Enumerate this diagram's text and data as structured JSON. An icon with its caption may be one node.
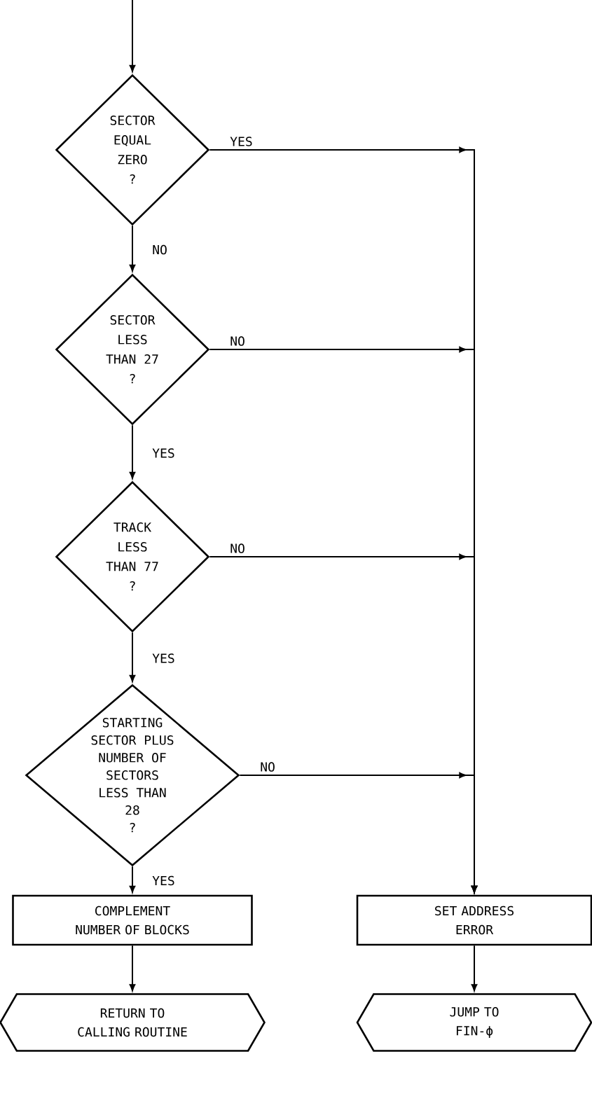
{
  "diagram": {
    "nodes": [
      {
        "text": [
          "SECTOR EQUAL ZERO",
          "?"
        ]
      },
      {
        "text": [
          "SECTOR LESS THAN 27",
          "?"
        ]
      },
      {
        "text": [
          "TRACK LESS THAN 77",
          "?"
        ]
      },
      {
        "text": [
          "STARTING SECTOR PLUS NUMBER OF SECTORS LESS THAN 28",
          "?"
        ]
      },
      {
        "text": [
          "COMPLEMENT NUMBER OF BLOCKS"
        ]
      },
      {
        "text": [
          "RETURN TO CALLING ROUTINE"
        ]
      },
      {
        "text": [
          "SET ADDRESS ERROR"
        ]
      },
      {
        "text": [
          "JUMP TO FIN-ϕ"
        ]
      }
    ],
    "edges": [
      {
        "from": null,
        "to": 0,
        "arrow": "to"
      },
      {
        "from": 0,
        "to": 1,
        "arrow": "to",
        "label": "NO"
      },
      {
        "from": 1,
        "to": 2,
        "arrow": "to",
        "label": "YES"
      },
      {
        "from": 2,
        "to": 3,
        "arrow": "to",
        "label": "YES"
      },
      {
        "from": 3,
        "to": 4,
        "arrow": "to",
        "label": "YES"
      },
      {
        "from": 4,
        "to": 5,
        "arrow": "to"
      },
      {
        "from": 0,
        "to": 6,
        "arrow": "to",
        "label": "YES"
      },
      {
        "from": 1,
        "to": 6,
        "arrow": "to",
        "label": "NO"
      },
      {
        "from": 2,
        "to": 6,
        "arrow": "to",
        "label": "NO"
      },
      {
        "from": 3,
        "to": 6,
        "arrow": "to",
        "label": "NO"
      },
      {
        "from": 6,
        "to": 7,
        "arrow": "to"
      }
    ]
  }
}
